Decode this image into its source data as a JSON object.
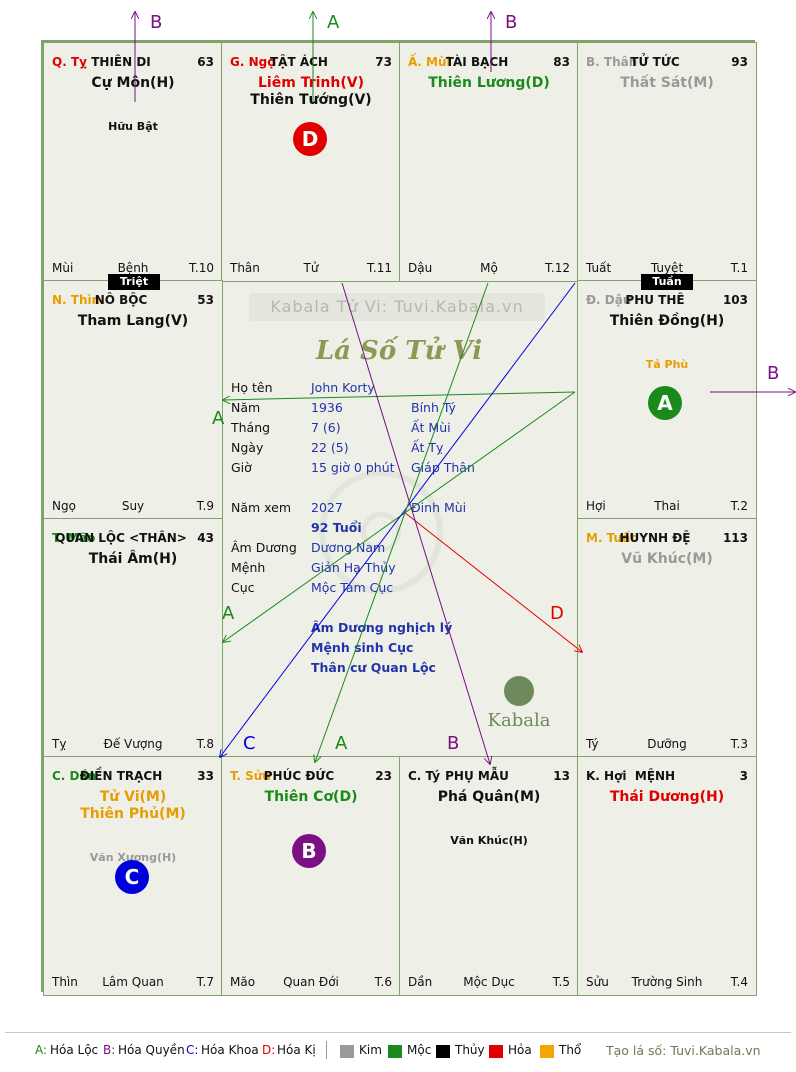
{
  "palaces": [
    {
      "branch": "Q. Tỵ",
      "branch_color": "#e00000",
      "name": "THIÊN DI",
      "number": "63",
      "stars": [
        {
          "text": "Cự Môn(H)",
          "color": "#111111"
        }
      ],
      "minor": [
        "Hữu Bật"
      ],
      "footer_left": "Mùi",
      "footer_center": "Bệnh",
      "footer_right": "T.10"
    },
    {
      "branch": "G. Ngọ",
      "branch_color": "#e00000",
      "name": "TẬT ÁCH",
      "number": "73",
      "stars": [
        {
          "text": "Liêm Trinh(V)",
          "color": "#e00000"
        },
        {
          "text": "Thiên Tướng(V)",
          "color": "#111111"
        }
      ],
      "minor": [],
      "footer_left": "Thân",
      "footer_center": "Tử",
      "footer_right": "T.11"
    },
    {
      "branch": "Ấ. Mùi",
      "branch_color": "#e89c00",
      "name": "TÀI BẠCH",
      "number": "83",
      "stars": [
        {
          "text": "Thiên Lương(D)",
          "color": "#1a8a1a"
        }
      ],
      "minor": [],
      "footer_left": "Dậu",
      "footer_center": "Mộ",
      "footer_right": "T.12"
    },
    {
      "branch": "B. Thân",
      "branch_color": "#999999",
      "name": "TỬ TỨC",
      "number": "93",
      "stars": [
        {
          "text": "Thất Sát(M)",
          "color": "#999999"
        }
      ],
      "minor": [],
      "footer_left": "Tuất",
      "footer_center": "Tuyệt",
      "footer_right": "T.1"
    },
    {
      "branch": "N. Thìn",
      "branch_color": "#e89c00",
      "name": "NÔ BỘC",
      "number": "53",
      "stars": [
        {
          "text": "Tham Lang(V)",
          "color": "#111111"
        }
      ],
      "minor": [],
      "footer_left": "Ngọ",
      "footer_center": "Suy",
      "footer_right": "T.9"
    },
    {
      "branch": "Đ. Dậu",
      "branch_color": "#999999",
      "name": "PHU THÊ",
      "number": "103",
      "stars": [
        {
          "text": "Thiên Đồng(H)",
          "color": "#111111"
        }
      ],
      "minor": [
        "Tả Phù"
      ],
      "footer_left": "Hợi",
      "footer_center": "Thai",
      "footer_right": "T.2"
    },
    {
      "branch": "T. Mão",
      "branch_color": "#1a8a1a",
      "name": "QUAN LỘC <THÂN>",
      "number": "43",
      "stars": [
        {
          "text": "Thái Âm(H)",
          "color": "#111111"
        }
      ],
      "minor": [],
      "footer_left": "Tỵ",
      "footer_center": "Đế Vượng",
      "footer_right": "T.8"
    },
    {
      "branch": "M. Tuất",
      "branch_color": "#e89c00",
      "name": "HUYNH ĐỆ",
      "number": "113",
      "stars": [
        {
          "text": "Vũ Khúc(M)",
          "color": "#999999"
        }
      ],
      "minor": [],
      "footer_left": "Tý",
      "footer_center": "Dưỡng",
      "footer_right": "T.3"
    },
    {
      "branch": "C. Dần",
      "branch_color": "#1a8a1a",
      "name": "ĐIỀN TRẠCH",
      "number": "33",
      "stars": [
        {
          "text": "Tử Vi(M)",
          "color": "#e89c00"
        },
        {
          "text": "Thiên Phủ(M)",
          "color": "#e89c00"
        }
      ],
      "minor": [
        "Văn Xương(H)"
      ],
      "footer_left": "Thìn",
      "footer_center": "Lâm Quan",
      "footer_right": "T.7"
    },
    {
      "branch": "T. Sửu",
      "branch_color": "#e89c00",
      "name": "PHÚC ĐỨC",
      "number": "23",
      "stars": [
        {
          "text": "Thiên Cơ(D)",
          "color": "#1a8a1a"
        }
      ],
      "minor": [],
      "footer_left": "Mão",
      "footer_center": "Quan Đới",
      "footer_right": "T.6"
    },
    {
      "branch": "C. Tý",
      "branch_color": "#111111",
      "name": "PHỤ MẪU",
      "number": "13",
      "stars": [
        {
          "text": "Phá Quân(M)",
          "color": "#111111"
        }
      ],
      "minor": [
        "Văn Khúc(H)"
      ],
      "footer_left": "Dần",
      "footer_center": "Mộc Dục",
      "footer_right": "T.5"
    },
    {
      "branch": "K. Hợi",
      "branch_color": "#111111",
      "name": "MỆNH",
      "number": "3",
      "stars": [
        {
          "text": "Thái Dương(H)",
          "color": "#e00000"
        }
      ],
      "minor": [],
      "footer_left": "Sửu",
      "footer_center": "Trường Sinh",
      "footer_right": "T.4"
    }
  ],
  "badges": {
    "triet": "Triệt",
    "tuan": "Tuần"
  },
  "circles": [
    {
      "letter": "D",
      "color": "#e00000"
    },
    {
      "letter": "A",
      "color": "#1a8a1a"
    },
    {
      "letter": "C",
      "color": "#0000dd"
    },
    {
      "letter": "B",
      "color": "#7b0f84"
    }
  ],
  "arrow_markers": {
    "top_1": "B",
    "top_2": "A",
    "top_3": "B",
    "right_1": "B",
    "left_1": "A",
    "left_2": "A",
    "mid_d": "D",
    "bottom_c": "C",
    "bottom_a": "A",
    "bottom_b": "B"
  },
  "center": {
    "watermark": "Kabala Tử Vi: Tuvi.Kabala.vn",
    "title": "Lá Số Tử Vi",
    "brand": "Kabala",
    "rows": {
      "ho_ten": {
        "label": "Họ tên",
        "value": "John Korty",
        "extra": ""
      },
      "nam": {
        "label": "Năm",
        "value": "1936",
        "extra": "Bính Tý"
      },
      "thang": {
        "label": "Tháng",
        "value": "7  (6)",
        "extra": "Ất Mùi"
      },
      "ngay": {
        "label": "Ngày",
        "value": "22  (5)",
        "extra": "Ất Tỵ"
      },
      "gio": {
        "label": "Giờ",
        "value": "15 giờ 0 phút",
        "extra": "Giáp Thân"
      },
      "nam_xem": {
        "label": "Năm xem",
        "value": "2027",
        "extra": "Đinh Mùi"
      },
      "tuoi": {
        "label": "",
        "value": "92 Tuổi",
        "extra": ""
      },
      "am_duong": {
        "label": "Âm Dương",
        "value": "Dương Nam",
        "extra": ""
      },
      "menh": {
        "label": "Mệnh",
        "value": "Giản Hạ Thủy",
        "extra": ""
      },
      "cuc": {
        "label": "Cục",
        "value": "Mộc Tam Cục",
        "extra": ""
      }
    },
    "notes": [
      "Âm Dương nghịch lý",
      "Mệnh sinh Cục",
      "Thân cư Quan Lộc"
    ]
  },
  "legend": {
    "hoa_loc": {
      "key": "A:",
      "text": "Hóa Lộc",
      "color": "#1a8a1a"
    },
    "hoa_quyen": {
      "key": "B:",
      "text": "Hóa Quyền",
      "color": "#7b0f84"
    },
    "hoa_khoa": {
      "key": "C:",
      "text": "Hóa Khoa",
      "color": "#0000dd"
    },
    "hoa_ki": {
      "key": "D:",
      "text": "Hóa Kị",
      "color": "#e00000"
    },
    "elements": [
      {
        "text": "Kim",
        "color": "#999999"
      },
      {
        "text": "Mộc",
        "color": "#1a8a1a"
      },
      {
        "text": "Thủy",
        "color": "#000000"
      },
      {
        "text": "Hỏa",
        "color": "#e00000"
      },
      {
        "text": "Thổ",
        "color": "#f5a500"
      }
    ],
    "credit": "Tạo lá số: Tuvi.Kabala.vn"
  }
}
